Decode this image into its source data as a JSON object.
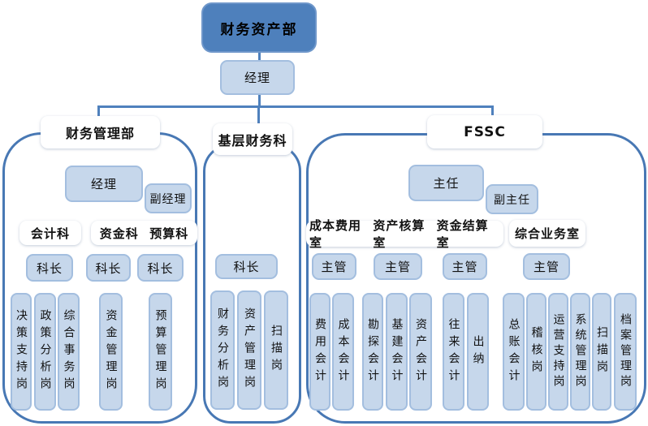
{
  "colors": {
    "dark_node_fill": "#4e80bc",
    "light_node_fill": "#c6d7eb",
    "light_node_border": "#a3bedf",
    "connector_line": "#4f81bd",
    "group_border": "#4878b4"
  },
  "root": {
    "department": "财务资产部",
    "manager": "经理"
  },
  "left_branch": {
    "title": "财务管理部",
    "manager": "经理",
    "deputy_manager": "副经理",
    "sections": [
      "会计科",
      "资金科",
      "预算科"
    ],
    "chiefs": [
      "科长",
      "科长",
      "科长"
    ],
    "positions": [
      "决策支持岗",
      "政策分析岗",
      "综合事务岗",
      "资金管理岗",
      "预算管理岗"
    ]
  },
  "middle_branch": {
    "title": "基层财务科",
    "chief": "科长",
    "positions": [
      "财务分析岗",
      "资产管理岗",
      "扫描岗"
    ]
  },
  "right_branch": {
    "title": "FSSC",
    "director": "主任",
    "deputy_director": "副主任",
    "sections": [
      "成本费用室",
      "资产核算室",
      "资金结算室",
      "综合业务室"
    ],
    "supervisors": [
      "主管",
      "主管",
      "主管",
      "主管"
    ],
    "positions": [
      "费用会计",
      "成本会计",
      "勘探会计",
      "基建会计",
      "资产会计",
      "往来会计",
      "出纳",
      "总账会计",
      "稽核岗",
      "运营支持岗",
      "系统管理岗",
      "扫描岗",
      "档案管理岗"
    ]
  }
}
